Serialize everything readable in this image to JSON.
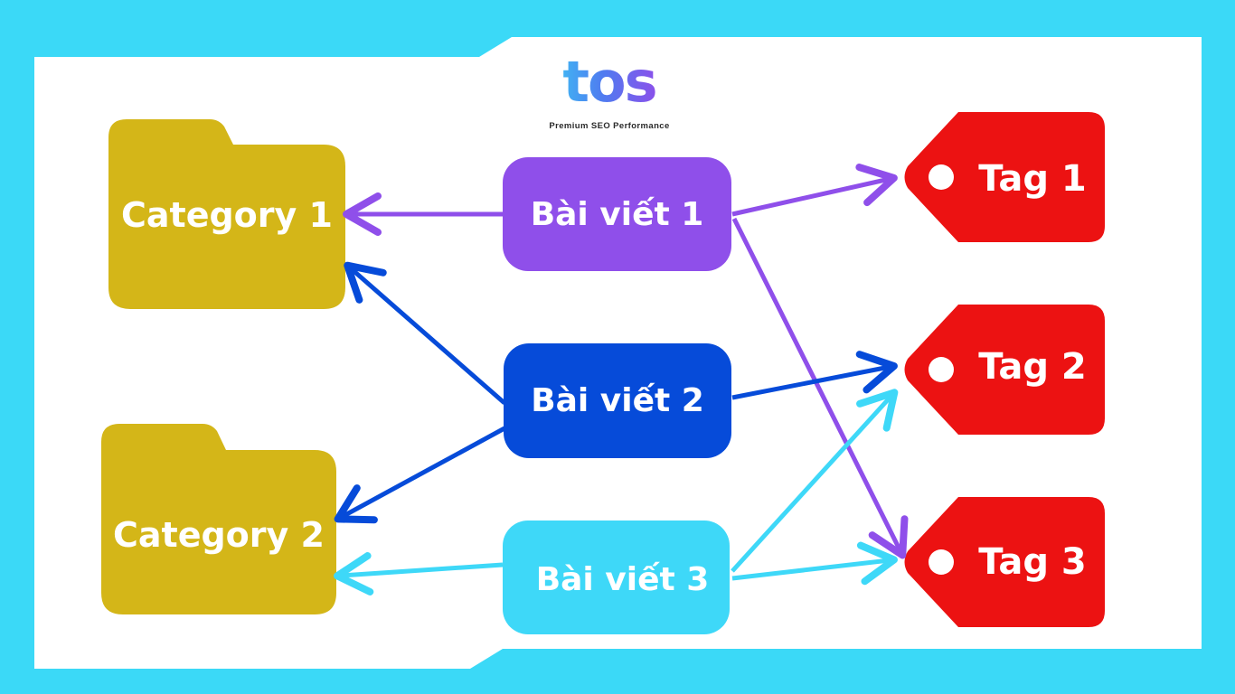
{
  "logo": {
    "mark": "tos",
    "tagline": "Premium SEO Performance"
  },
  "categories": [
    {
      "label": "Category 1"
    },
    {
      "label": "Category 2"
    }
  ],
  "posts": [
    {
      "label": "Bài viết 1",
      "color": "#8f4fea"
    },
    {
      "label": "Bài viết 2",
      "color": "#064bd9"
    },
    {
      "label": "Bài viết 3",
      "color": "#3ed8f8"
    }
  ],
  "tags": [
    {
      "label": "Tag 1"
    },
    {
      "label": "Tag 2"
    },
    {
      "label": "Tag 3"
    }
  ],
  "colors": {
    "background": "#3bd9f7",
    "card": "#ffffff",
    "folder": "#d4b618",
    "tag": "#ec1212"
  }
}
